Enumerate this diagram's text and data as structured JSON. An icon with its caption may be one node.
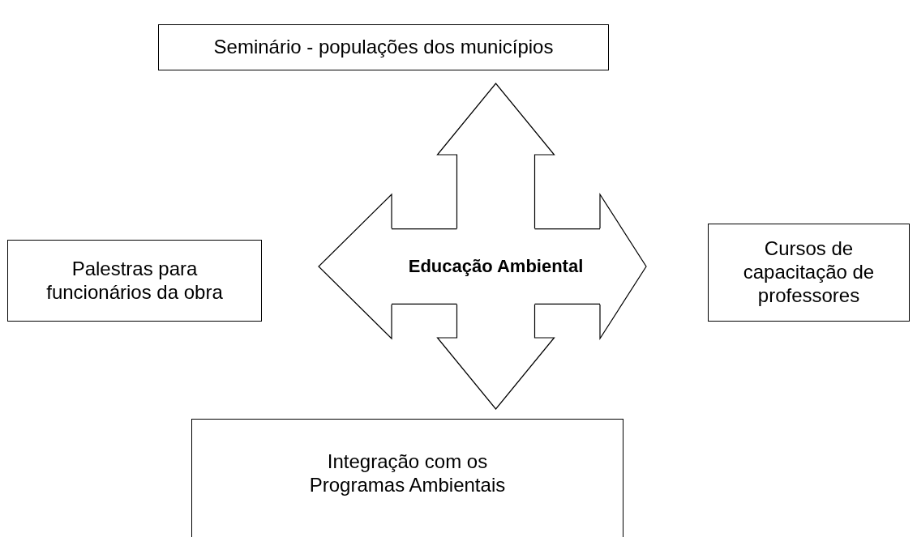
{
  "diagram": {
    "nodes": [
      {
        "text": [
          "Seminário - populações dos municípios"
        ]
      },
      {
        "text": [
          "Palestras para funcionários da obra"
        ]
      },
      {
        "text": [
          "Educação Ambiental"
        ]
      },
      {
        "text": [
          "Cursos de capacitação de professores"
        ]
      },
      {
        "text": [
          "Integração com os Programas Ambientais"
        ]
      }
    ],
    "edges": [
      {
        "from": 2,
        "to": 0,
        "arrow": "to"
      },
      {
        "from": 2,
        "to": 1,
        "arrow": "to"
      },
      {
        "from": 2,
        "to": 3,
        "arrow": "to"
      },
      {
        "from": 2,
        "to": 4,
        "arrow": "to"
      }
    ]
  }
}
